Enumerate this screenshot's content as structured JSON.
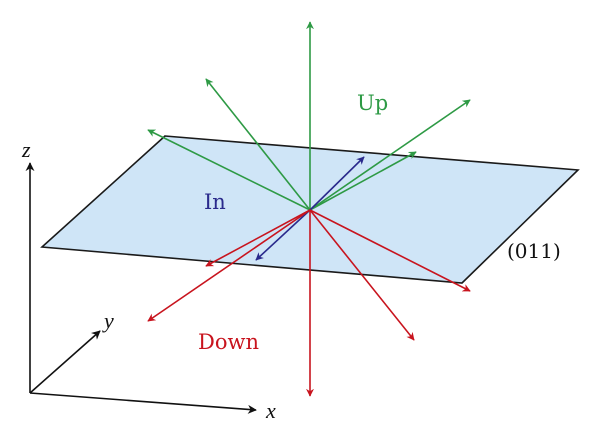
{
  "colors": {
    "up": "#2e9a45",
    "in": "#2a2a8c",
    "down": "#c8141e",
    "plane_fill": "#cfe5f7",
    "plane_stroke": "#1a1a1a",
    "axes": "#111111"
  },
  "labels": {
    "up": "Up",
    "in": "In",
    "down": "Down",
    "plane": "(011)",
    "axis_x": "x",
    "axis_y": "y",
    "axis_z": "z"
  }
}
